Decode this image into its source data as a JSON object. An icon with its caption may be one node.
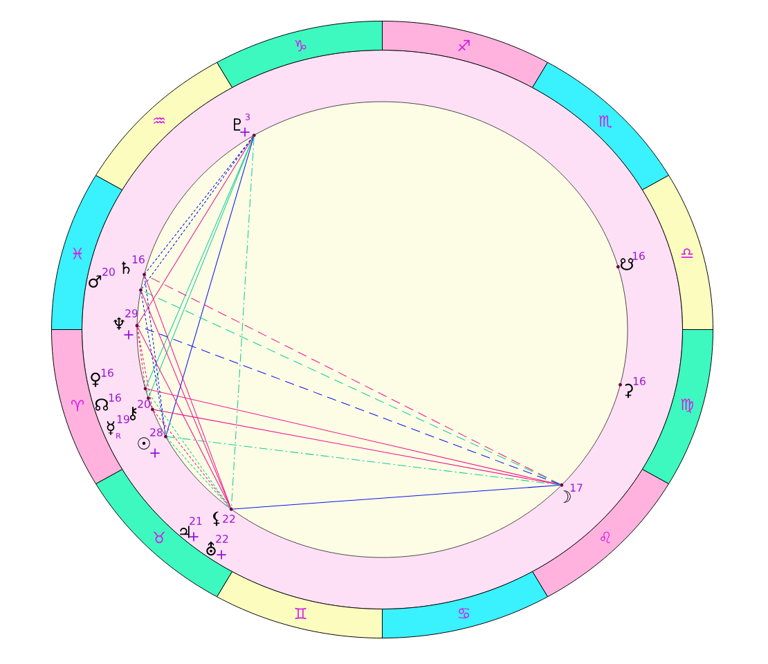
{
  "diagram": {
    "nodes": [
      {
        "text": [
          "♑"
        ]
      },
      {
        "text": [
          "♐"
        ]
      },
      {
        "text": [
          "♏"
        ]
      },
      {
        "text": [
          "♎"
        ]
      },
      {
        "text": [
          "♍"
        ]
      },
      {
        "text": [
          "♌"
        ]
      },
      {
        "text": [
          "♋"
        ]
      },
      {
        "text": [
          "♊"
        ]
      },
      {
        "text": [
          "♉"
        ]
      },
      {
        "text": [
          "♈"
        ]
      },
      {
        "text": [
          "♓"
        ]
      },
      {
        "text": [
          "♒"
        ]
      },
      {
        "text": [
          "♇",
          "3",
          "+"
        ]
      },
      {
        "text": [
          "♄",
          "16"
        ]
      },
      {
        "text": [
          "☋",
          "16"
        ]
      },
      {
        "text": [
          "♂",
          "20"
        ]
      },
      {
        "text": [
          "♆",
          "29",
          "+"
        ]
      },
      {
        "text": [
          "♀",
          "16"
        ]
      },
      {
        "text": [
          "⚳",
          "16"
        ]
      },
      {
        "text": [
          "☊",
          "16"
        ]
      },
      {
        "text": [
          "⚷",
          "20"
        ]
      },
      {
        "text": [
          "☿",
          "19",
          "R"
        ]
      },
      {
        "text": [
          "☉",
          "28",
          "+"
        ]
      },
      {
        "text": [
          "☽",
          "17"
        ]
      },
      {
        "text": [
          "⚸",
          "22"
        ]
      },
      {
        "text": [
          "♃",
          "21",
          "+"
        ]
      },
      {
        "text": [
          "⛢",
          "22",
          "+"
        ]
      }
    ],
    "edges": [
      {
        "from": 12,
        "to": 13,
        "arrow": "none",
        "style": "dashed",
        "color": "#0a14f0"
      },
      {
        "from": 12,
        "to": 15,
        "arrow": "none",
        "style": "dashed",
        "color": "#0a14f0"
      },
      {
        "from": 12,
        "to": 16,
        "arrow": "none",
        "color": "#f0148c"
      },
      {
        "from": 12,
        "to": 17,
        "arrow": "none",
        "color": "#12cc9c"
      },
      {
        "from": 12,
        "to": 19,
        "arrow": "none",
        "color": "#12cc9c"
      },
      {
        "from": 12,
        "to": 22,
        "arrow": "none",
        "color": "#0a14f0"
      },
      {
        "from": 12,
        "to": 24,
        "arrow": "none",
        "style": "dashed",
        "color": "#12cc9c"
      },
      {
        "from": 23,
        "to": 13,
        "arrow": "none",
        "style": "dashed",
        "color": "#f0148c"
      },
      {
        "from": 23,
        "to": 15,
        "arrow": "none",
        "style": "dashed",
        "color": "#12cc9c"
      },
      {
        "from": 23,
        "to": 16,
        "arrow": "none",
        "style": "dashed",
        "color": "#0a14f0"
      },
      {
        "from": 23,
        "to": 17,
        "arrow": "none",
        "color": "#f0148c"
      },
      {
        "from": 23,
        "to": 20,
        "arrow": "none",
        "color": "#f0148c"
      },
      {
        "from": 23,
        "to": 22,
        "arrow": "none",
        "style": "dashed",
        "color": "#12cc9c"
      },
      {
        "from": 23,
        "to": 24,
        "arrow": "none",
        "color": "#0a14f0"
      },
      {
        "from": 13,
        "to": 24,
        "arrow": "none",
        "color": "#f0148c"
      },
      {
        "from": 15,
        "to": 24,
        "arrow": "none",
        "color": "#f0148c"
      },
      {
        "from": 16,
        "to": 24,
        "arrow": "none",
        "color": "#f0148c"
      },
      {
        "from": 13,
        "to": 22,
        "arrow": "none",
        "style": "dashed",
        "color": "#0a14f0"
      },
      {
        "from": 15,
        "to": 22,
        "arrow": "none",
        "style": "dashed",
        "color": "#0a14f0"
      },
      {
        "from": 16,
        "to": 17,
        "arrow": "none",
        "style": "dashed",
        "color": "#f0148c"
      },
      {
        "from": 16,
        "to": 20,
        "arrow": "none",
        "style": "dashed",
        "color": "#f0148c"
      },
      {
        "from": 17,
        "to": 24,
        "arrow": "none",
        "style": "dashed",
        "color": "#12cc9c"
      },
      {
        "from": 20,
        "to": 24,
        "arrow": "none",
        "style": "dashed",
        "color": "#f0148c"
      },
      {
        "from": 22,
        "to": 24,
        "arrow": "none",
        "style": "dashed",
        "color": "#12cc9c"
      }
    ]
  }
}
